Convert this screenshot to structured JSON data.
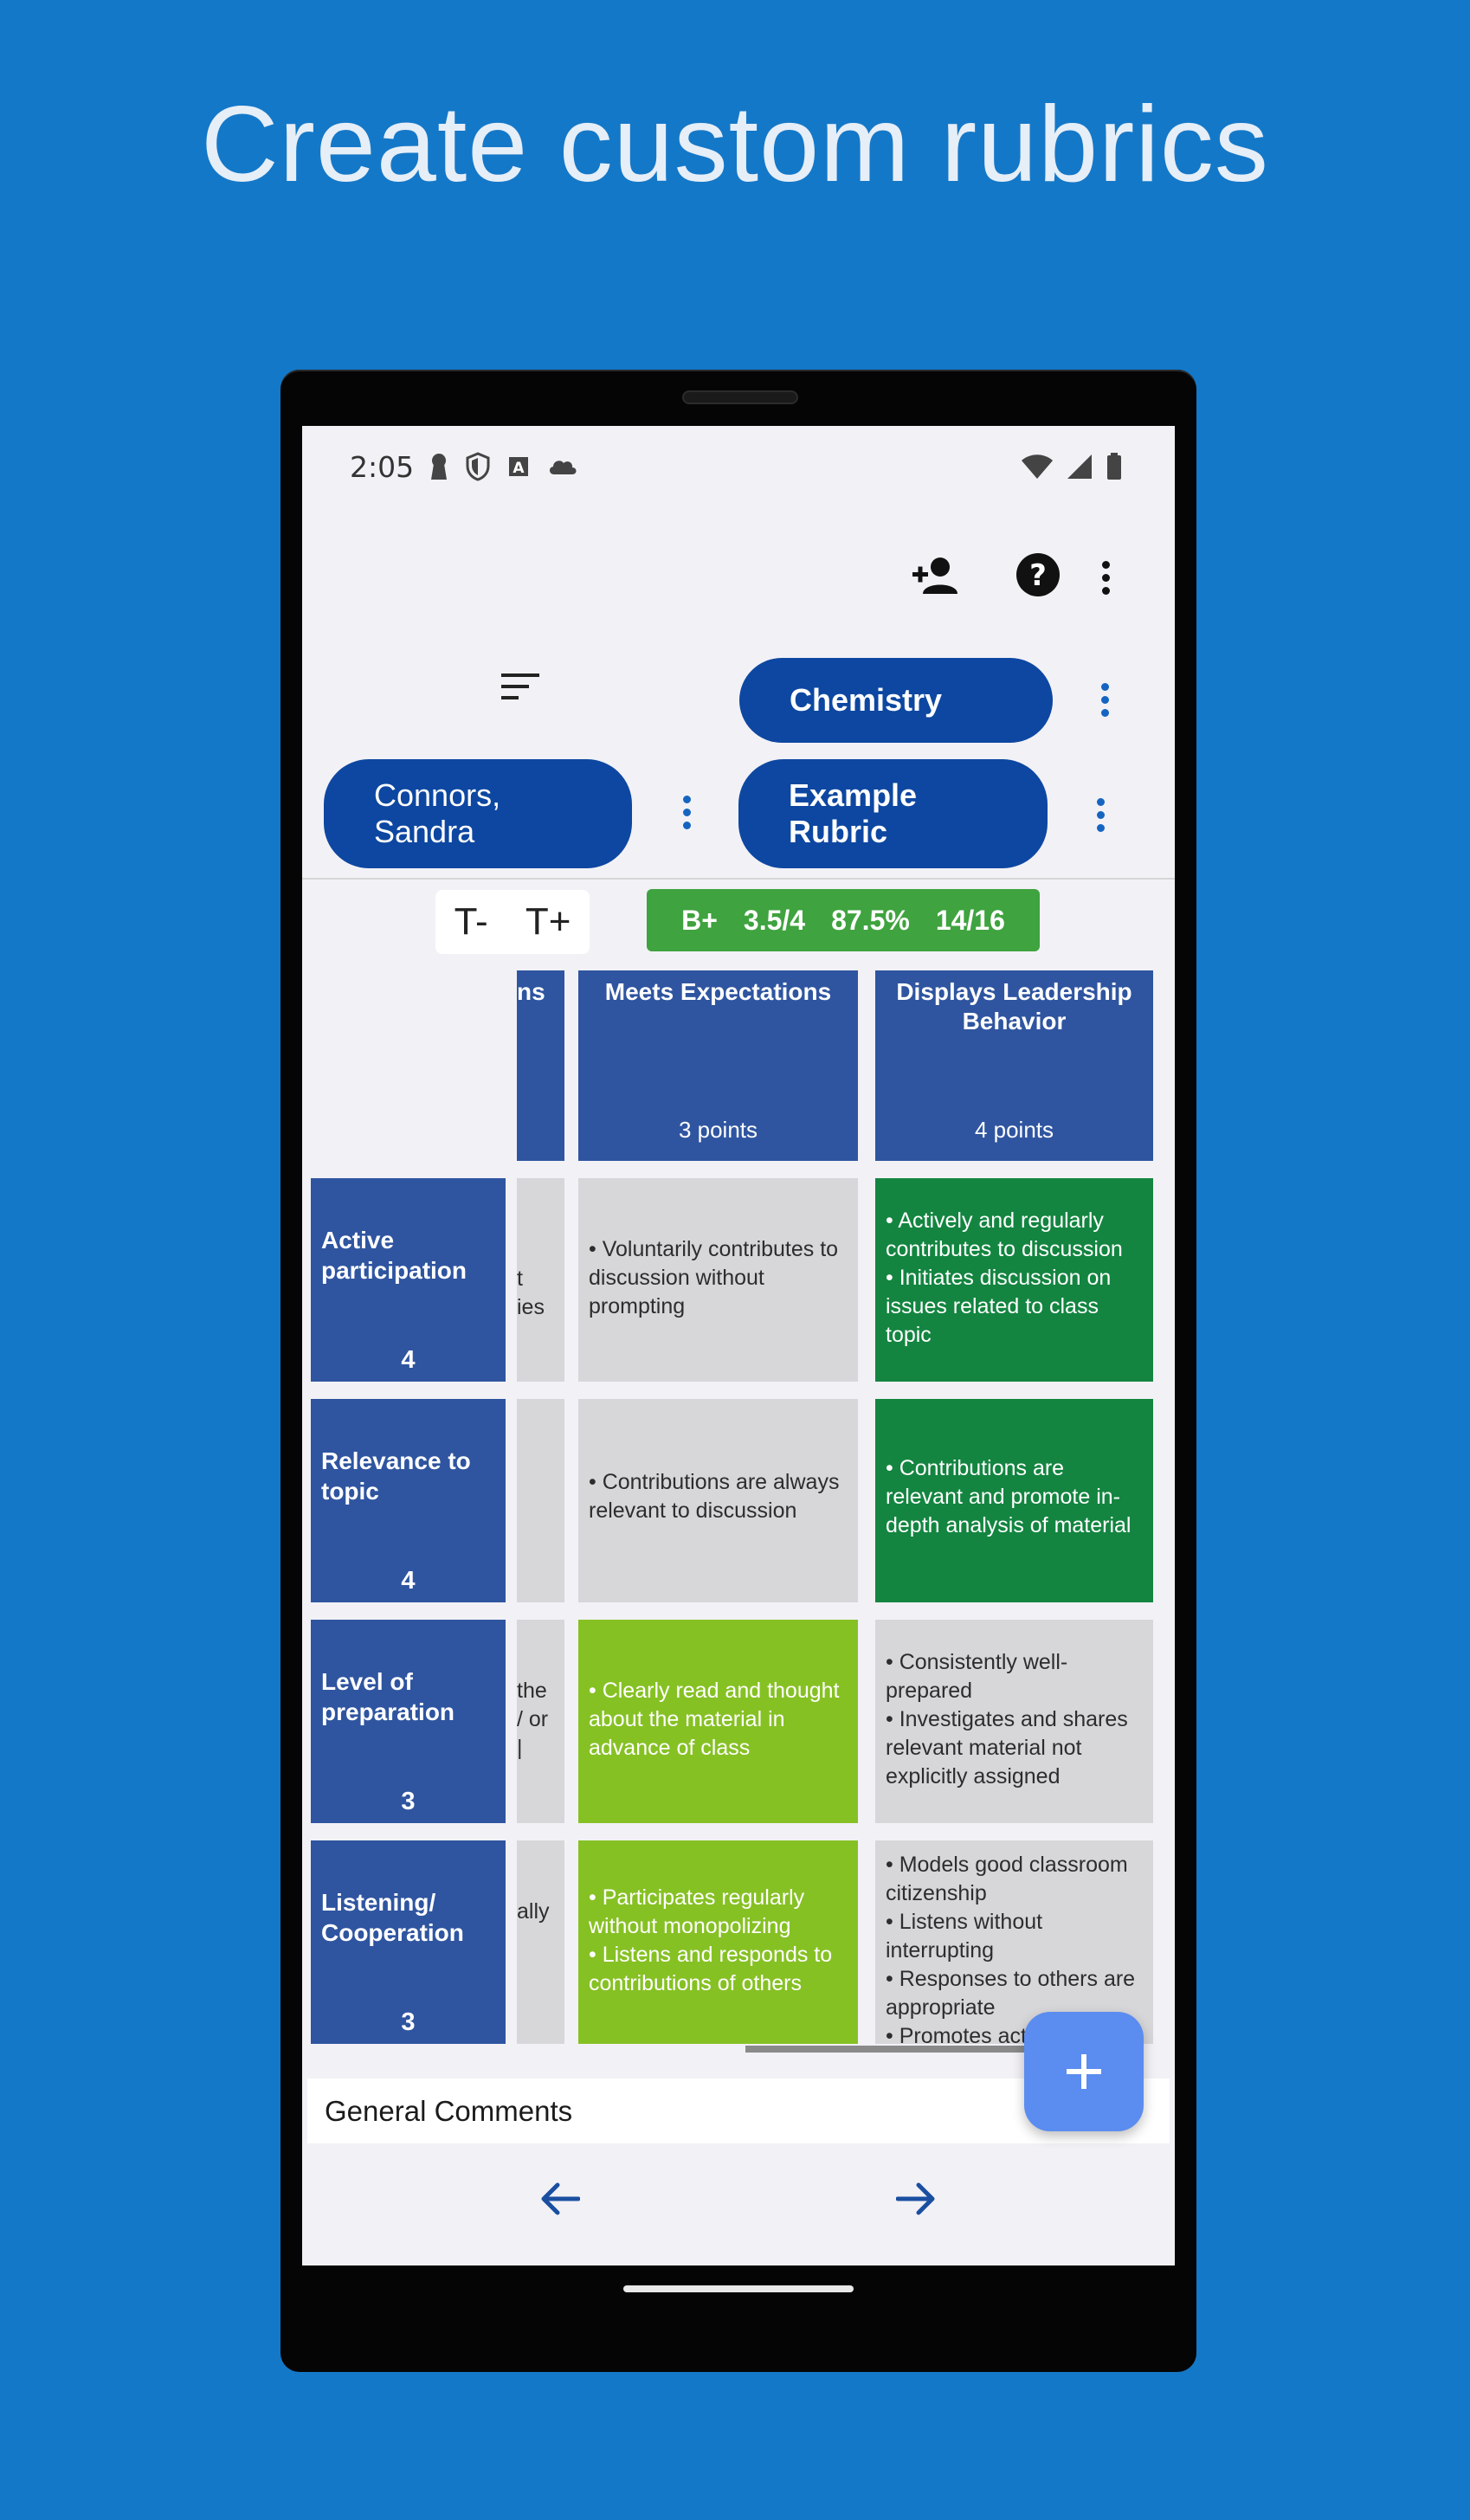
{
  "headline": "Create custom rubrics",
  "status_bar": {
    "time": "2:05"
  },
  "toolbar": {
    "class_label": "Chemistry",
    "student_label": "Connors,\nSandra",
    "rubric_label": "Example\nRubric"
  },
  "text_size": {
    "decrease": "T-",
    "increase": "T+"
  },
  "grade": {
    "letter": "B+",
    "gpa": "3.5/4",
    "percent": "87.5%",
    "score": "14/16"
  },
  "rubric": {
    "partial_column_header": "ns",
    "columns": [
      {
        "title": "Meets Expectations",
        "points": "3 points"
      },
      {
        "title": "Displays Leadership Behavior",
        "points": "4 points"
      }
    ],
    "rows": [
      {
        "criterion": "Active participation",
        "score": "4",
        "partial_text": "t\nies",
        "cells": [
          "• Voluntarily contributes to discussion without prompting",
          "• Actively and regularly contributes to discussion\n• Initiates discussion on issues related to class topic"
        ]
      },
      {
        "criterion": "Relevance to topic",
        "score": "4",
        "partial_text": "",
        "cells": [
          "• Contributions are always relevant to discussion",
          "• Contributions are relevant and promote in-depth analysis of material"
        ]
      },
      {
        "criterion": "Level of preparation",
        "score": "3",
        "partial_text": "the\n/ or\n|",
        "cells": [
          "• Clearly read and thought about the material in advance of class",
          "• Consistently well-prepared\n• Investigates and shares relevant material not explicitly assigned"
        ]
      },
      {
        "criterion": "Listening/ Cooperation",
        "score": "3",
        "partial_text": "ally",
        "cells": [
          "• Participates regularly without monopolizing\n• Listens and responds to contributions of others",
          "• Models good classroom citizenship\n• Listens without interrupting\n• Responses to others are appropriate\n• Promotes act"
        ]
      }
    ]
  },
  "general_comments_label": "General Comments"
}
